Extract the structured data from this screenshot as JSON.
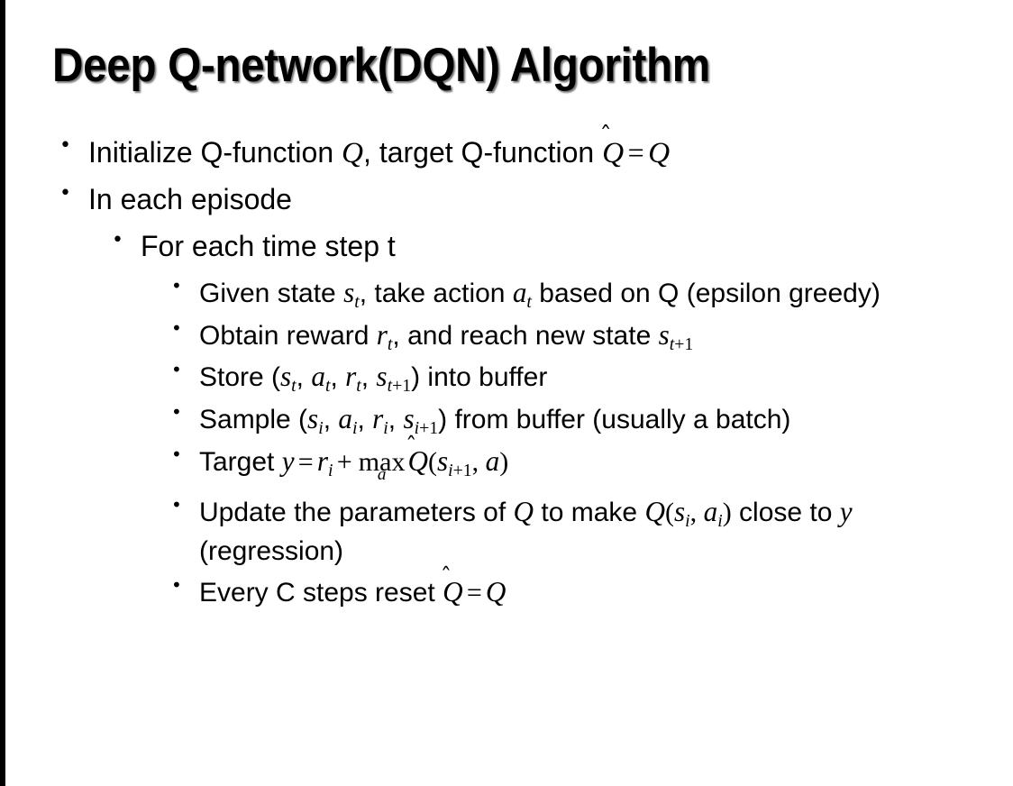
{
  "slide": {
    "title": "Deep Q-network(DQN) Algorithm",
    "background_color": "#ffffff",
    "text_color": "#000000",
    "edge_bar_color": "#000000"
  },
  "bullets": {
    "level1": {
      "marker": "•",
      "initialize": {
        "text_1": "Initialize Q-function ",
        "math_q1": "Q",
        "text_2": ", target Q-function ",
        "qhat": "Q",
        "hat": "̂",
        "equals": "=",
        "math_q2": "Q"
      },
      "in_each_episode": "In each episode"
    },
    "level2": {
      "marker": "•",
      "for_each_time_step": "For each time step t"
    },
    "level3": {
      "marker": "•",
      "given_state": {
        "text_1": "Given state ",
        "s": "s",
        "s_sub": "t",
        "text_2": ", take action ",
        "a": "a",
        "a_sub": "t",
        "text_3": " based on Q (epsilon greedy)"
      },
      "obtain_reward": {
        "text_1": "Obtain reward ",
        "r": "r",
        "r_sub": "t",
        "text_2": ", and reach new state ",
        "s": "s",
        "s_sub_var": "t",
        "s_sub_plus": "+1"
      },
      "store": {
        "text_1": "Store (",
        "s1": "s",
        "s1_sub": "t",
        "sep1": ", ",
        "a1": "a",
        "a1_sub": "t",
        "sep2": ", ",
        "r1": "r",
        "r1_sub": "t",
        "sep3": ", ",
        "s2": "s",
        "s2_sub_var": "t",
        "s2_sub_plus": "+1",
        "text_2": ") into buffer"
      },
      "sample": {
        "text_1": "Sample (",
        "s1": "s",
        "s1_sub": "i",
        "sep1": ", ",
        "a1": "a",
        "a1_sub": "i",
        "sep2": ", ",
        "r1": "r",
        "r1_sub": "i",
        "sep3": ", ",
        "s2": "s",
        "s2_sub_var": "i",
        "s2_sub_plus": "+1",
        "text_2": ") from buffer (usually a batch)"
      },
      "target": {
        "text_1": "Target ",
        "y": "y",
        "equals": "=",
        "r": "r",
        "r_sub": "i",
        "plus": "+",
        "max": "max",
        "max_under": "a",
        "qhat": "Q",
        "hat": "̂",
        "paren_open": "(",
        "s": "s",
        "s_sub_var": "i",
        "s_sub_plus": "+1",
        "comma": ", ",
        "a": "a",
        "paren_close": ")"
      },
      "update": {
        "text_1": "Update the parameters of ",
        "q1": "Q",
        "text_2": " to make ",
        "q2": "Q",
        "paren_open": "(",
        "s": "s",
        "s_sub": "i",
        "comma": ", ",
        "a": "a",
        "a_sub": "i",
        "paren_close": ")",
        "text_3": " close to ",
        "y": "y",
        "text_4": " (regression)"
      },
      "every_c_steps": {
        "text_1": "Every C steps reset ",
        "qhat": "Q",
        "hat": "̂",
        "equals": "=",
        "q": "Q"
      }
    }
  }
}
